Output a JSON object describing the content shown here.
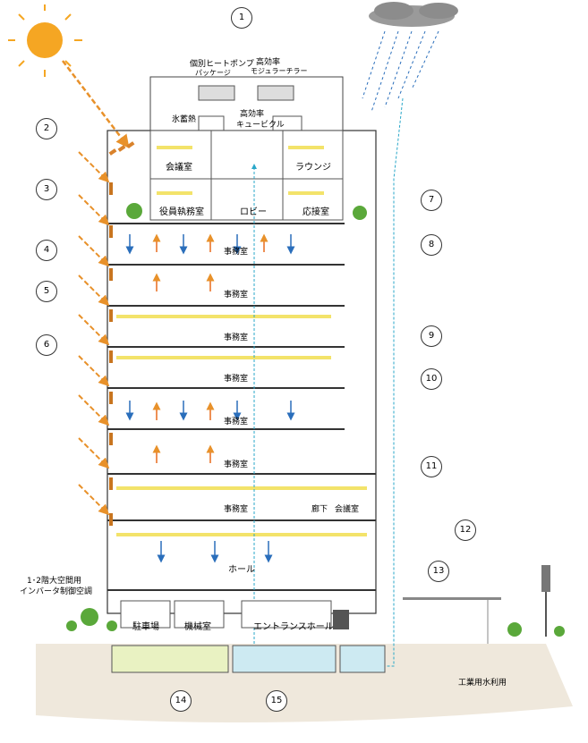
{
  "callouts": [
    "1",
    "2",
    "3",
    "4",
    "5",
    "6",
    "7",
    "8",
    "9",
    "10",
    "11",
    "12",
    "13",
    "14",
    "15"
  ],
  "roof": {
    "heatpump": "個別ヒートポンプ",
    "heatpump2": "パッケージ",
    "chiller": "高効率",
    "chiller2": "モジュラーチラー",
    "ice": "氷蓄熱",
    "cubicle": "高効率",
    "cubicle2": "キュービクル"
  },
  "rooms": {
    "meeting_top": "会議室",
    "lounge": "ラウンジ",
    "executive": "役員執務室",
    "lobby": "ロビー",
    "reception": "応接室",
    "office": "事務室",
    "corridor": "廊下",
    "meeting_2f": "会議室",
    "hall": "ホール",
    "parking": "駐車場",
    "machine": "機械室",
    "entrance": "エントランスホール"
  },
  "notes": {
    "hvac1": "1･2階大空間用",
    "hvac2": "インバータ制御空調",
    "industrial_water": "工業用水利用"
  },
  "colors": {
    "sun": "#f5a623",
    "sun_ray": "#e8912a",
    "air_blue": "#2a6ebb",
    "water_cyan": "#2aa7c9",
    "heat_orange": "#e86a1c",
    "light_yellow": "#f3e36a",
    "green_tree": "#5aa83a",
    "ground": "#efe8dc",
    "water_fill": "#cdeaf2",
    "tank_fill": "#e9f2c2",
    "cloud": "#9a9a9a"
  }
}
